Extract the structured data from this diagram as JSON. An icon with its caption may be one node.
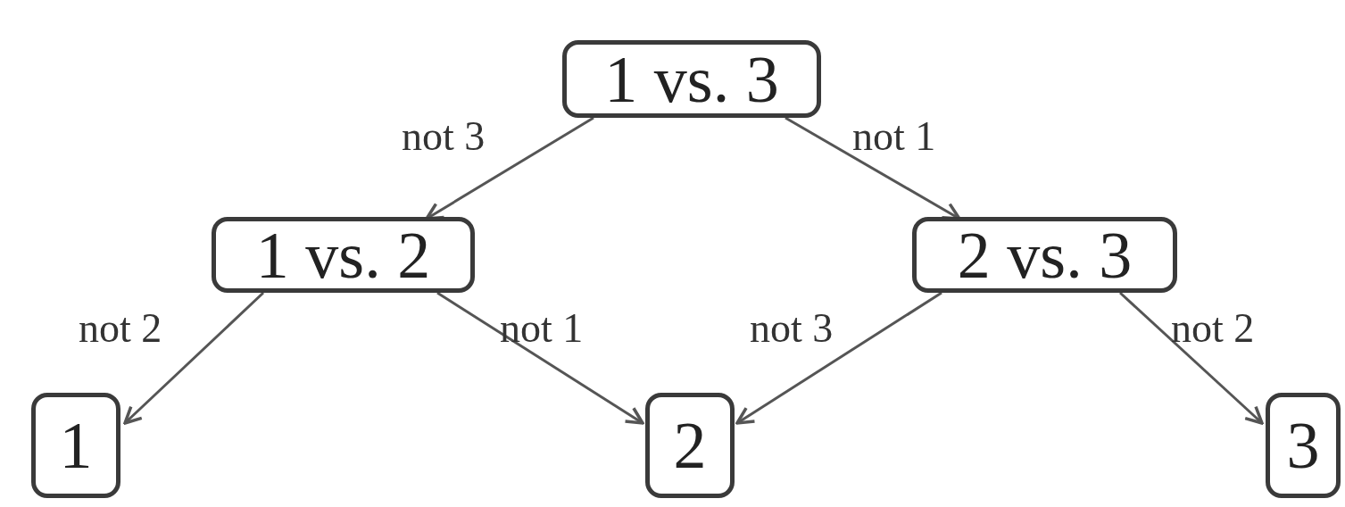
{
  "diagram": {
    "nodes": [
      {
        "text": [
          "1 vs. 3"
        ]
      },
      {
        "text": [
          "1 vs. 2"
        ]
      },
      {
        "text": [
          "2 vs. 3"
        ]
      },
      {
        "text": [
          "1"
        ]
      },
      {
        "text": [
          "2"
        ]
      },
      {
        "text": [
          "3"
        ]
      }
    ],
    "edges": [
      {
        "from": 0,
        "to": 1,
        "arrow": "to",
        "label": "not 3"
      },
      {
        "from": 0,
        "to": 2,
        "arrow": "to",
        "label": "not 1"
      },
      {
        "from": 1,
        "to": 3,
        "arrow": "to",
        "label": "not 2"
      },
      {
        "from": 1,
        "to": 4,
        "arrow": "to",
        "label": "not 1"
      },
      {
        "from": 2,
        "to": 4,
        "arrow": "to",
        "label": "not 3"
      },
      {
        "from": 2,
        "to": 5,
        "arrow": "to",
        "label": "not 2"
      }
    ]
  }
}
